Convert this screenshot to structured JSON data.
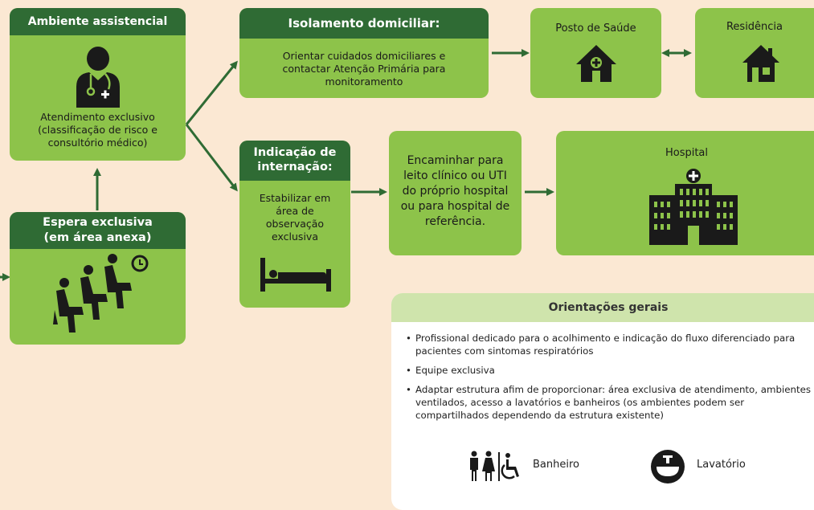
{
  "ambiente": {
    "title": "Ambiente assistencial",
    "text": "Atendimento exclusivo (classificação de risco e consultório médico)"
  },
  "espera": {
    "title": "Espera exclusiva (em área anexa)"
  },
  "isolamento": {
    "title": "Isolamento domiciliar:",
    "text": "Orientar cuidados domiciliares e contactar Atenção Primária para monitoramento"
  },
  "posto": {
    "title": "Posto de Saúde"
  },
  "residencia": {
    "title": "Residência"
  },
  "internacao": {
    "title": "Indicação de internação:",
    "text": "Estabilizar em área de observação exclusiva"
  },
  "encaminhar": {
    "text": "Encaminhar para leito clínico ou UTI do próprio hospital ou para hospital de referência."
  },
  "hospital": {
    "title": "Hospital"
  },
  "orientacoes": {
    "title": "Orientações gerais",
    "items": [
      "Profissional dedicado para o acolhimento e indicação do fluxo diferenciado para pacientes com sintomas respiratórios",
      "Equipe exclusiva",
      "Adaptar estrutura afim de proporcionar: área exclusiva de atendimento, ambientes ventilados, acesso a lavatórios e banheiros (os ambientes podem ser compartilhados dependendo da estrutura existente)"
    ],
    "legend": {
      "banheiro": "Banheiro",
      "lavatorio": "Lavatório"
    }
  },
  "colors": {
    "box": "#8dc34a",
    "header": "#2f6b34",
    "arrow": "#2f6b34",
    "background": "#fbe8d3"
  }
}
